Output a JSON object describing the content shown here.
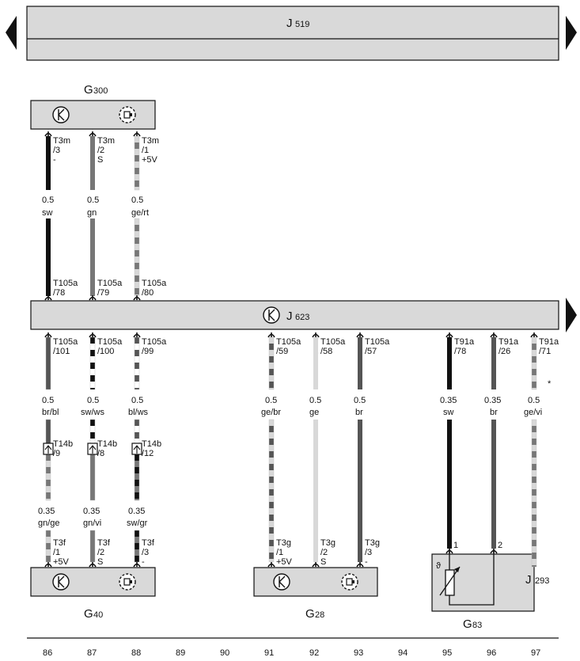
{
  "top_component": {
    "name": "J",
    "sub": "519"
  },
  "main_component": {
    "name": "J",
    "sub": "623"
  },
  "components": {
    "g300": {
      "name": "G",
      "sub": "300"
    },
    "g40": {
      "name": "G",
      "sub": "40"
    },
    "g28": {
      "name": "G",
      "sub": "28"
    },
    "g83": {
      "name": "G",
      "sub": "83"
    },
    "j293": {
      "name": "J",
      "sub": "293"
    }
  },
  "upper_wires": [
    {
      "pin_top": [
        "T3m",
        "/3",
        "-"
      ],
      "size": "0.5",
      "color": "sw",
      "pin_bottom": [
        "T105a",
        "/78"
      ]
    },
    {
      "pin_top": [
        "T3m",
        "/2",
        "S"
      ],
      "size": "0.5",
      "color": "gn",
      "pin_bottom": [
        "T105a",
        "/79"
      ]
    },
    {
      "pin_top": [
        "T3m",
        "/1",
        "+5V"
      ],
      "size": "0.5",
      "color": "ge/rt",
      "pin_bottom": [
        "T105a",
        "/80"
      ]
    }
  ],
  "lower_wires": [
    {
      "pin_top": [
        "T105a",
        "/101"
      ],
      "size": "0.5",
      "color": "br/bl",
      "conn": [
        "T14b",
        "/9"
      ],
      "size2": "0.35",
      "color2": "gn/ge",
      "pin_bottom": [
        "T3f",
        "/1",
        "+5V"
      ]
    },
    {
      "pin_top": [
        "T105a",
        "/100"
      ],
      "size": "0.5",
      "color": "sw/ws",
      "conn": [
        "T14b",
        "/8"
      ],
      "size2": "0.35",
      "color2": "gn/vi",
      "pin_bottom": [
        "T3f",
        "/2",
        "S"
      ]
    },
    {
      "pin_top": [
        "T105a",
        "/99"
      ],
      "size": "0.5",
      "color": "bl/ws",
      "conn": [
        "T14b",
        "/12"
      ],
      "size2": "0.35",
      "color2": "sw/gr",
      "pin_bottom": [
        "T3f",
        "/3",
        "-"
      ]
    },
    {
      "pin_top": [
        "T105a",
        "/59"
      ],
      "size": "0.5",
      "color": "ge/br",
      "pin_bottom": [
        "T3g",
        "/1",
        "+5V"
      ]
    },
    {
      "pin_top": [
        "T105a",
        "/58"
      ],
      "size": "0.5",
      "color": "ge",
      "pin_bottom": [
        "T3g",
        "/2",
        "S"
      ]
    },
    {
      "pin_top": [
        "T105a",
        "/57"
      ],
      "size": "0.5",
      "color": "br",
      "pin_bottom": [
        "T3g",
        "/3",
        "-"
      ]
    },
    {
      "pin_top": [
        "T91a",
        "/78"
      ],
      "size": "0.35",
      "color": "sw",
      "pin_bottom": [
        "1"
      ]
    },
    {
      "pin_top": [
        "T91a",
        "/26"
      ],
      "size": "0.35",
      "color": "br",
      "pin_bottom": [
        "2"
      ]
    },
    {
      "pin_top": [
        "T91a",
        "/71"
      ],
      "size": "0.5",
      "color": "ge/vi",
      "note": "*"
    }
  ],
  "grid_numbers": [
    "86",
    "87",
    "88",
    "89",
    "90",
    "91",
    "92",
    "93",
    "94",
    "95",
    "96",
    "97"
  ],
  "colors": {
    "black": "#111111",
    "dark_gray": "#555555",
    "mid_gray": "#777777",
    "light_gray": "#d8d8d8",
    "box_fill": "#d9d9d9",
    "white": "#ffffff"
  },
  "icons": [
    "ground-k-icon",
    "sensor-icon",
    "temperature-resistor-icon",
    "in-line-connector-icon",
    "nav-left-arrow-icon",
    "nav-right-arrow-icon"
  ]
}
